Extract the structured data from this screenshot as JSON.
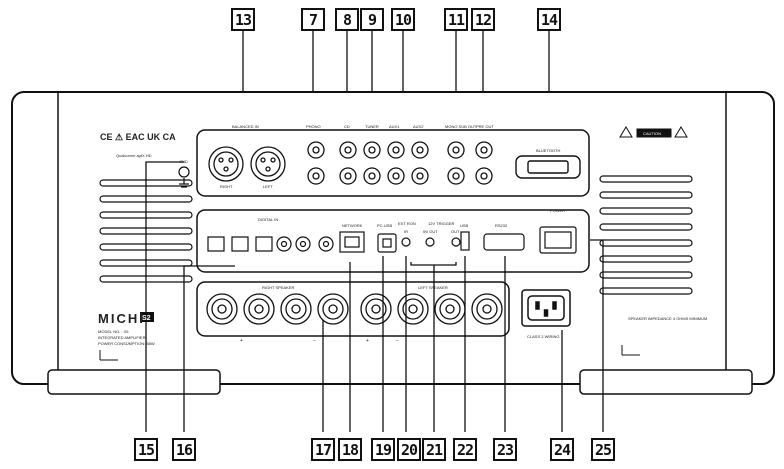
{
  "callouts_top": [
    "13",
    "7",
    "8",
    "9",
    "10",
    "11",
    "12",
    "14"
  ],
  "callouts_bottom": [
    "15",
    "16",
    "17",
    "18",
    "19",
    "20",
    "21",
    "22",
    "23",
    "24",
    "25"
  ],
  "panel_labels": {
    "balanced_in": "BALANCED IN",
    "right": "RIGHT",
    "left": "LEFT",
    "phono": "PHONO",
    "cd": "CD",
    "tuner": "TUNER",
    "aux1": "AUX1",
    "aux2": "AUX2",
    "mono_sub_out": "MONO SUB OUT",
    "pre_out": "PRE OUT",
    "bluetooth": "BLUETOOTH",
    "gnd": "GND",
    "digital_in": "DIGITAL IN",
    "network": "NETWORK",
    "pc_usb": "PC-USB",
    "ext_ron": "EXT RON",
    "ir": "IR",
    "12v_trigger": "12V TRIGGER",
    "in_out": "IN/ OUT",
    "out": "OUT",
    "usb": "USB",
    "rs232": "RS232",
    "power": "POWER",
    "right_speaker": "RIGHT SPEAKER",
    "left_speaker": "LEFT SPEAKER",
    "plus": "+",
    "minus": "−",
    "class2_wiring": "CLASS 2 WIRING",
    "caution": "CAUTION",
    "speaker_impedance": "SPEAKER IMPEDANCE\n4 OHMS MINIMUM",
    "brand": "MICHI",
    "model_badge": "S2",
    "model_no": "MODEL NO. : X5",
    "integrated_amp": "INTEGRATED AMPLIFIER",
    "power_consumption": "POWER CONSUMPTION: 58W",
    "qualcomm": "Qualcomm\naptX HD",
    "compliance": "CE  ⚠  EAC  UK CA"
  }
}
